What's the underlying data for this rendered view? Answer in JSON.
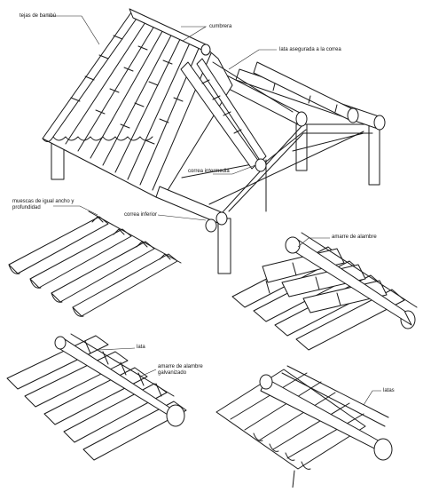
{
  "labels": {
    "tejas": "tejas de bambú",
    "cumbrera": "cumbrera",
    "lata_asegurada": "lata asegurada a la correa",
    "correa_intermedia": "correa intermedia",
    "correa_inferior": "correa inferior",
    "muescas": "muescas de igual ancho y profundidad",
    "amarre_alambre": "amarre de alambre",
    "lata": "lata",
    "amarre_galvanizado": "amarre de alambre galvanizado",
    "latas": "latas"
  }
}
